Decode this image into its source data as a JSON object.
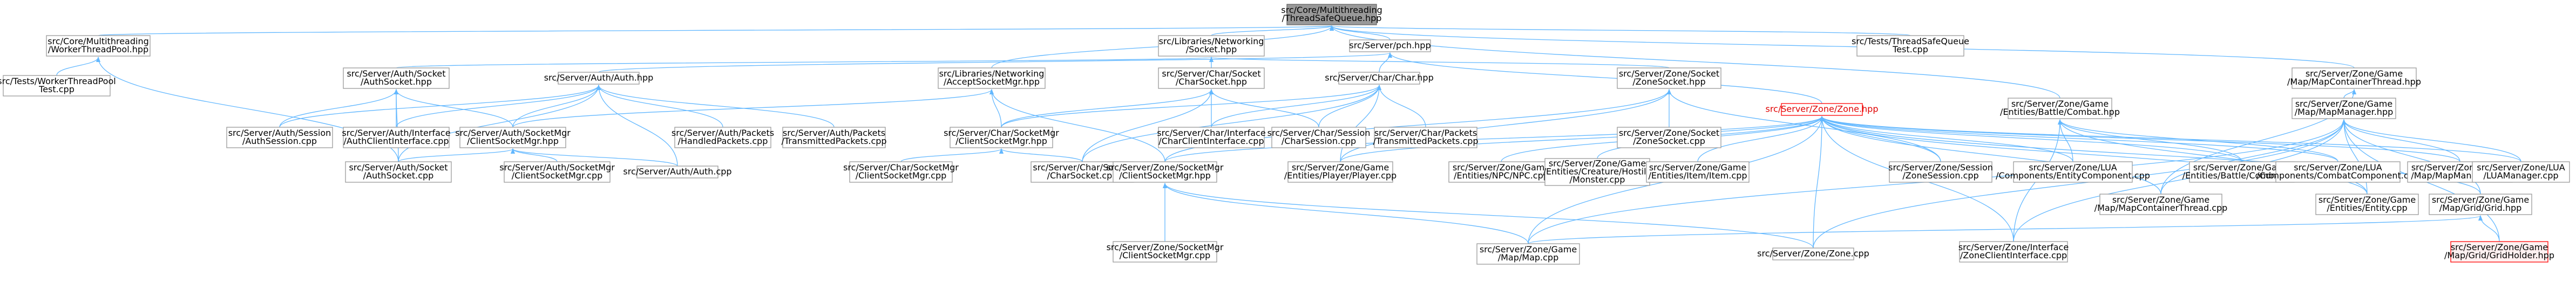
{
  "diagram": {
    "type": "include-dependency-graph",
    "colors": {
      "edge": "#63b8ff",
      "root_fill": "#999999",
      "highlight_border": "#ff0000",
      "missing_fill": "#fff0f0"
    },
    "nodes": [
      {
        "id": "tsq",
        "lines": [
          "src/Core/Multithreading",
          "/ThreadSafeQueue.hpp"
        ],
        "kind": "root"
      },
      {
        "id": "wtp",
        "lines": [
          "src/Core/Multithreading",
          "/WorkerThreadPool.hpp"
        ]
      },
      {
        "id": "wtpt",
        "lines": [
          "src/Tests/WorkerThreadPool",
          "Test.cpp"
        ]
      },
      {
        "id": "tsqt",
        "lines": [
          "src/Tests/ThreadSafeQueue",
          "Test.cpp"
        ]
      },
      {
        "id": "libsock",
        "lines": [
          "src/Libraries/Networking",
          "/Socket.hpp"
        ]
      },
      {
        "id": "pch",
        "lines": [
          "src/Server/pch.hpp"
        ]
      },
      {
        "id": "authsock",
        "lines": [
          "src/Server/Auth/Socket",
          "/AuthSocket.hpp"
        ]
      },
      {
        "id": "accmgr",
        "lines": [
          "src/Libraries/Networking",
          "/AcceptSocketMgr.hpp"
        ]
      },
      {
        "id": "auth",
        "lines": [
          "src/Server/Auth/Auth.hpp"
        ]
      },
      {
        "id": "charsock",
        "lines": [
          "src/Server/Char/Socket",
          "/CharSocket.hpp"
        ]
      },
      {
        "id": "char",
        "lines": [
          "src/Server/Char/Char.hpp"
        ]
      },
      {
        "id": "zonesock",
        "lines": [
          "src/Server/Zone/Socket",
          "/ZoneSocket.hpp"
        ]
      },
      {
        "id": "combat",
        "lines": [
          "src/Server/Zone/Game",
          "/Entities/Battle/Combat.hpp"
        ]
      },
      {
        "id": "mapct",
        "lines": [
          "src/Server/Zone/Game",
          "/Map/MapContainerThread.hpp"
        ]
      },
      {
        "id": "mapmgr",
        "lines": [
          "src/Server/Zone/Game",
          "/Map/MapManager.hpp"
        ]
      },
      {
        "id": "zone",
        "lines": [
          "src/Server/Zone/Zone.hpp"
        ],
        "kind": "highlight"
      },
      {
        "id": "authsess",
        "lines": [
          "src/Server/Auth/Session",
          "/AuthSession.cpp"
        ]
      },
      {
        "id": "authci",
        "lines": [
          "src/Server/Auth/Interface",
          "/AuthClientInterface.cpp"
        ]
      },
      {
        "id": "authcsm",
        "lines": [
          "src/Server/Auth/SocketMgr",
          "/ClientSocketMgr.hpp"
        ]
      },
      {
        "id": "hpk",
        "lines": [
          "src/Server/Auth/Packets",
          "/HandledPackets.cpp"
        ]
      },
      {
        "id": "tpk",
        "lines": [
          "src/Server/Auth/Packets",
          "/TransmittedPackets.cpp"
        ]
      },
      {
        "id": "charcsm",
        "lines": [
          "src/Server/Char/SocketMgr",
          "/ClientSocketMgr.hpp"
        ]
      },
      {
        "id": "charci",
        "lines": [
          "src/Server/Char/Interface",
          "/CharClientInterface.cpp"
        ]
      },
      {
        "id": "charsess",
        "lines": [
          "src/Server/Char/Session",
          "/CharSession.cpp"
        ]
      },
      {
        "id": "chartpk",
        "lines": [
          "src/Server/Char/Packets",
          "/TransmittedPackets.cpp"
        ]
      },
      {
        "id": "zonesockcpp",
        "lines": [
          "src/Server/Zone/Socket",
          "/ZoneSocket.cpp"
        ]
      },
      {
        "id": "authsockcpp",
        "lines": [
          "src/Server/Auth/Socket",
          "/AuthSocket.cpp"
        ]
      },
      {
        "id": "authcsmcpp",
        "lines": [
          "src/Server/Auth/SocketMgr",
          "/ClientSocketMgr.cpp"
        ]
      },
      {
        "id": "authcpp",
        "lines": [
          "src/Server/Auth/Auth.cpp"
        ]
      },
      {
        "id": "charcsmcpp",
        "lines": [
          "src/Server/Char/SocketMgr",
          "/ClientSocketMgr.cpp"
        ]
      },
      {
        "id": "charsockcpp",
        "lines": [
          "src/Server/Char/Socket",
          "/CharSocket.cpp"
        ]
      },
      {
        "id": "zonecsm",
        "lines": [
          "src/Server/Zone/SocketMgr",
          "/ClientSocketMgr.hpp"
        ]
      },
      {
        "id": "player",
        "lines": [
          "src/Server/Zone/Game",
          "/Entities/Player/Player.cpp"
        ]
      },
      {
        "id": "npc",
        "lines": [
          "src/Server/Zone/Game",
          "/Entities/NPC/NPC.cpp"
        ]
      },
      {
        "id": "monster",
        "lines": [
          "src/Server/Zone/Game",
          "/Entities/Creature/Hostile",
          "/Monster.cpp"
        ]
      },
      {
        "id": "item",
        "lines": [
          "src/Server/Zone/Game",
          "/Entities/Item/Item.cpp"
        ]
      },
      {
        "id": "zonesess",
        "lines": [
          "src/Server/Zone/Session",
          "/ZoneSession.cpp"
        ]
      },
      {
        "id": "luaec",
        "lines": [
          "src/Server/Zone/LUA",
          "/Components/EntityComponent.cpp"
        ]
      },
      {
        "id": "combatcpp",
        "lines": [
          "src/Server/Zone/Game",
          "/Entities/Battle/Combat.cpp"
        ]
      },
      {
        "id": "luacc",
        "lines": [
          "src/Server/Zone/LUA",
          "/Components/CombatComponent.cpp"
        ]
      },
      {
        "id": "mapmgrcpp",
        "lines": [
          "src/Server/Zone/Game",
          "/Map/MapManager.cpp"
        ]
      },
      {
        "id": "luamgr",
        "lines": [
          "src/Server/Zone/LUA",
          "/LUAManager.cpp"
        ]
      },
      {
        "id": "entity",
        "lines": [
          "src/Server/Zone/Game",
          "/Entities/Entity.cpp"
        ]
      },
      {
        "id": "mapctcpp",
        "lines": [
          "src/Server/Zone/Game",
          "/Map/MapContainerThread.cpp"
        ]
      },
      {
        "id": "grid",
        "lines": [
          "src/Server/Zone/Game",
          "/Map/Grid/Grid.hpp"
        ]
      },
      {
        "id": "zonecsmcpp",
        "lines": [
          "src/Server/Zone/SocketMgr",
          "/ClientSocketMgr.cpp"
        ]
      },
      {
        "id": "mapcpp",
        "lines": [
          "src/Server/Zone/Game",
          "/Map/Map.cpp"
        ]
      },
      {
        "id": "zonecpp",
        "lines": [
          "src/Server/Zone/Zone.cpp"
        ]
      },
      {
        "id": "zoneci",
        "lines": [
          "src/Server/Zone/Interface",
          "/ZoneClientInterface.cpp"
        ]
      },
      {
        "id": "gridnode",
        "lines": [
          "src/Server/Zone/Game",
          "/Map/Grid/GridHolder.hpp"
        ],
        "kind": "missing"
      }
    ],
    "edges": [
      [
        "wtp",
        "tsq"
      ],
      [
        "tsqt",
        "tsq"
      ],
      [
        "libsock",
        "tsq"
      ],
      [
        "pch",
        "tsq"
      ],
      [
        "accmgr",
        "tsq"
      ],
      [
        "combat",
        "tsq"
      ],
      [
        "mapct",
        "tsq"
      ],
      [
        "authsockcpp",
        "wtp"
      ],
      [
        "wtpt",
        "wtp"
      ],
      [
        "authsock",
        "libsock"
      ],
      [
        "charsock",
        "libsock"
      ],
      [
        "zonesock",
        "libsock"
      ],
      [
        "auth",
        "pch"
      ],
      [
        "char",
        "pch"
      ],
      [
        "zone",
        "pch"
      ],
      [
        "authsess",
        "authsock"
      ],
      [
        "authci",
        "authsock"
      ],
      [
        "authcsm",
        "authsock"
      ],
      [
        "authsockcpp",
        "authsock"
      ],
      [
        "authcsm",
        "accmgr"
      ],
      [
        "charcsm",
        "accmgr"
      ],
      [
        "zonecsm",
        "accmgr"
      ],
      [
        "authsess",
        "auth"
      ],
      [
        "authci",
        "auth"
      ],
      [
        "hpk",
        "auth"
      ],
      [
        "tpk",
        "auth"
      ],
      [
        "authcsm",
        "auth"
      ],
      [
        "authsockcpp",
        "auth"
      ],
      [
        "authcpp",
        "auth"
      ],
      [
        "charcsm",
        "charsock"
      ],
      [
        "charci",
        "charsock"
      ],
      [
        "charsess",
        "charsock"
      ],
      [
        "charsockcpp",
        "charsock"
      ],
      [
        "charci",
        "char"
      ],
      [
        "charsess",
        "char"
      ],
      [
        "chartpk",
        "char"
      ],
      [
        "charsockcpp",
        "char"
      ],
      [
        "charcsm",
        "char"
      ],
      [
        "player",
        "char"
      ],
      [
        "zonesockcpp",
        "zonesock"
      ],
      [
        "zonecsm",
        "zonesock"
      ],
      [
        "zonesess",
        "zonesock"
      ],
      [
        "player",
        "zonesock"
      ],
      [
        "luaec",
        "combat"
      ],
      [
        "combatcpp",
        "combat"
      ],
      [
        "luacc",
        "combat"
      ],
      [
        "entity",
        "combat"
      ],
      [
        "zoneci",
        "combat"
      ],
      [
        "mapmgr",
        "mapct"
      ],
      [
        "mapctcpp",
        "mapct"
      ],
      [
        "mapmgrcpp",
        "mapmgr"
      ],
      [
        "luamgr",
        "mapmgr"
      ],
      [
        "entity",
        "mapmgr"
      ],
      [
        "mapctcpp",
        "mapmgr"
      ],
      [
        "grid",
        "mapmgr"
      ],
      [
        "zonecpp",
        "mapmgr"
      ],
      [
        "zoneci",
        "mapmgr"
      ],
      [
        "mapcpp",
        "mapmgr"
      ],
      [
        "zonecsm",
        "zone"
      ],
      [
        "player",
        "zone"
      ],
      [
        "npc",
        "zone"
      ],
      [
        "monster",
        "zone"
      ],
      [
        "item",
        "zone"
      ],
      [
        "zonesess",
        "zone"
      ],
      [
        "luaec",
        "zone"
      ],
      [
        "combatcpp",
        "zone"
      ],
      [
        "luacc",
        "zone"
      ],
      [
        "mapmgrcpp",
        "zone"
      ],
      [
        "luamgr",
        "zone"
      ],
      [
        "entity",
        "zone"
      ],
      [
        "mapctcpp",
        "zone"
      ],
      [
        "grid",
        "zone"
      ],
      [
        "zonecpp",
        "zone"
      ],
      [
        "zoneci",
        "zone"
      ],
      [
        "mapcpp",
        "zone"
      ],
      [
        "authsockcpp",
        "authcsm"
      ],
      [
        "authcsmcpp",
        "authcsm"
      ],
      [
        "authcpp",
        "authcsm"
      ],
      [
        "charcsmcpp",
        "charcsm"
      ],
      [
        "charsockcpp",
        "charcsm"
      ],
      [
        "zonecsmcpp",
        "zonecsm"
      ],
      [
        "mapcpp",
        "zonecsm"
      ],
      [
        "zonecpp",
        "zonecsm"
      ],
      [
        "mapcpp",
        "grid"
      ],
      [
        "gridnode",
        "grid"
      ],
      [
        "gridnode",
        "mapmgr"
      ]
    ]
  }
}
